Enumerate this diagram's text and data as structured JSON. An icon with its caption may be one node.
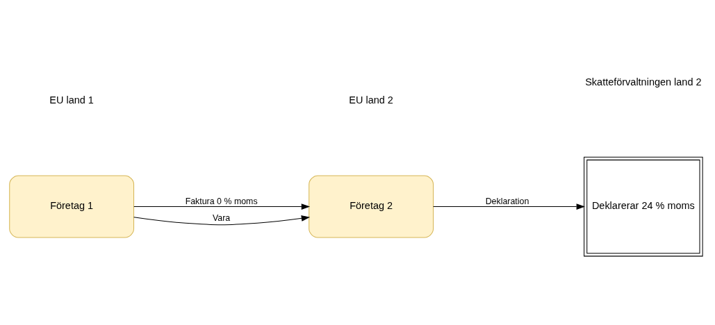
{
  "diagram": {
    "nodes": [
      {
        "text": [
          "Företag 1"
        ]
      },
      {
        "text": [
          "Företag 2"
        ]
      },
      {
        "text": [
          "Deklarerar 24 % moms"
        ]
      }
    ],
    "edges": [
      {
        "from": 0,
        "to": 1,
        "arrow": "to",
        "label": "Faktura 0 % moms"
      },
      {
        "from": 0,
        "to": 1,
        "arrow": "to",
        "label": "Vara"
      },
      {
        "from": 1,
        "to": 2,
        "arrow": "to",
        "label": "Deklaration"
      }
    ],
    "labels": [
      "EU land 1",
      "EU land 2",
      "Skatteförvaltningen land 2"
    ]
  }
}
